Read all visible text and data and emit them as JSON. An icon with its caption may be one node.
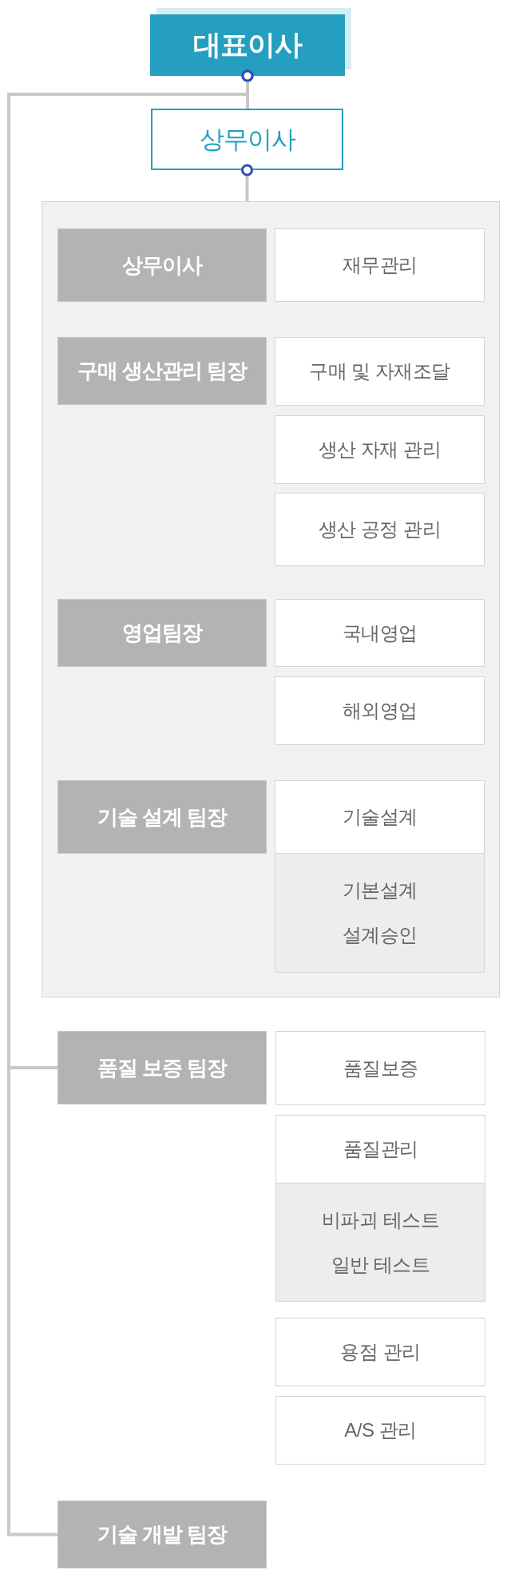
{
  "diagram": {
    "nodes": [
      {
        "text": [
          "대표이사"
        ]
      },
      {
        "text": [
          "상무이사"
        ]
      },
      {
        "text": [],
        "shape": "box"
      },
      {
        "text": [
          "상무이사"
        ],
        "in": 2
      },
      {
        "text": [
          "재무관리"
        ],
        "in": 2
      },
      {
        "text": [
          "구매 생산관리 팀장"
        ],
        "in": 2
      },
      {
        "text": [
          "구매 및 자재조달"
        ],
        "in": 2
      },
      {
        "text": [
          "생산 자재 관리"
        ],
        "in": 2
      },
      {
        "text": [
          "생산 공정 관리"
        ],
        "in": 2
      },
      {
        "text": [
          "영업팀장"
        ],
        "in": 2
      },
      {
        "text": [
          "국내영업"
        ],
        "in": 2
      },
      {
        "text": [
          "해외영업"
        ],
        "in": 2
      },
      {
        "text": [
          "기술 설계 팀장"
        ],
        "in": 2
      },
      {
        "text": [
          "기술설계"
        ],
        "in": 2
      },
      {
        "text": [
          "기본설계",
          "설계승인"
        ],
        "in": 2
      },
      {
        "text": [
          "품질 보증 팀장"
        ]
      },
      {
        "text": [
          "품질보증"
        ]
      },
      {
        "text": [
          "품질관리"
        ]
      },
      {
        "text": [
          "비파괴 테스트",
          "일반 테스트"
        ]
      },
      {
        "text": [
          "용점 관리"
        ]
      },
      {
        "text": [
          "A/S 관리"
        ]
      },
      {
        "text": [
          "기술 개발 팀장"
        ]
      }
    ],
    "edges": [
      {
        "from": 0,
        "to": 1,
        "arrow": "other"
      },
      {
        "from": 0,
        "to": 15,
        "arrow": "other"
      },
      {
        "from": 0,
        "to": 21,
        "arrow": "other"
      },
      {
        "from": 1,
        "to": 2,
        "arrow": "other"
      }
    ]
  }
}
